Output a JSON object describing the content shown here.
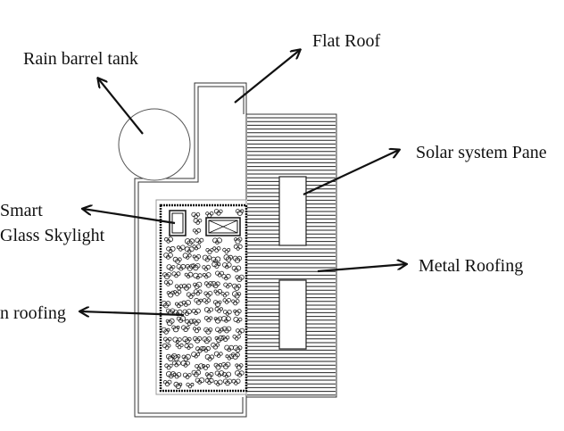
{
  "labels": {
    "rain_barrel": "Rain barrel tank",
    "flat_roof": "Flat Roof",
    "solar_panel": "Solar system Pane",
    "skylight_line1": "Smart",
    "skylight_line2": "Glass Skylight",
    "metal_roofing": "Metal Roofing",
    "green_roofing": "n roofing"
  },
  "colors": {
    "line": "#111111",
    "outline": "#333333",
    "background": "#ffffff"
  }
}
